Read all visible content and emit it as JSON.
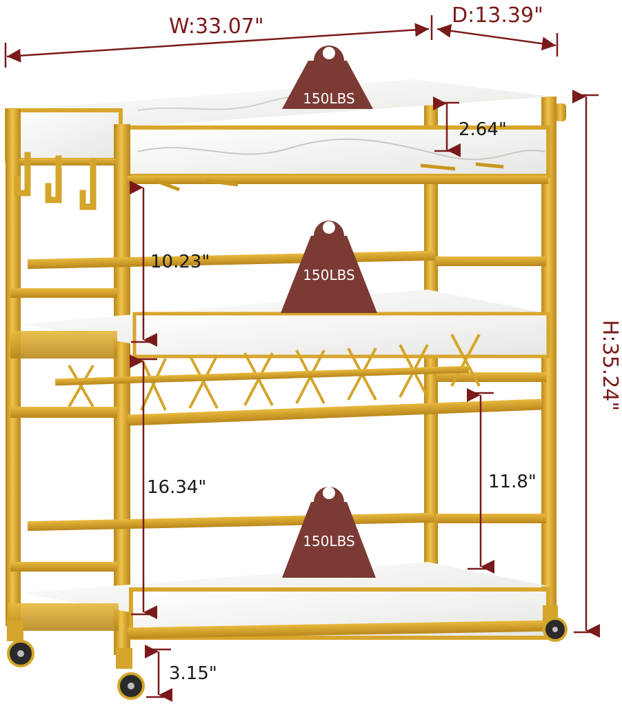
{
  "dimensions": {
    "width": "W:33.07\"",
    "depth": "D:13.39\"",
    "height": "H:35.24\"",
    "tray_rim": "2.64\"",
    "top_gap": "10.23\"",
    "bottom_gap": "16.34\"",
    "lower_side_gap": "11.8\"",
    "ground_clearance": "3.15\""
  },
  "weights": {
    "top_shelf": "150LBS",
    "middle_shelf": "150LBS",
    "bottom_shelf": "150LBS"
  },
  "colors": {
    "gold": "#d4a52a",
    "gold_dark": "#b9871b",
    "marble": "#f1f1ef",
    "weight_badge": "#7b3a34",
    "dimension_line": "#7a1a1a"
  }
}
